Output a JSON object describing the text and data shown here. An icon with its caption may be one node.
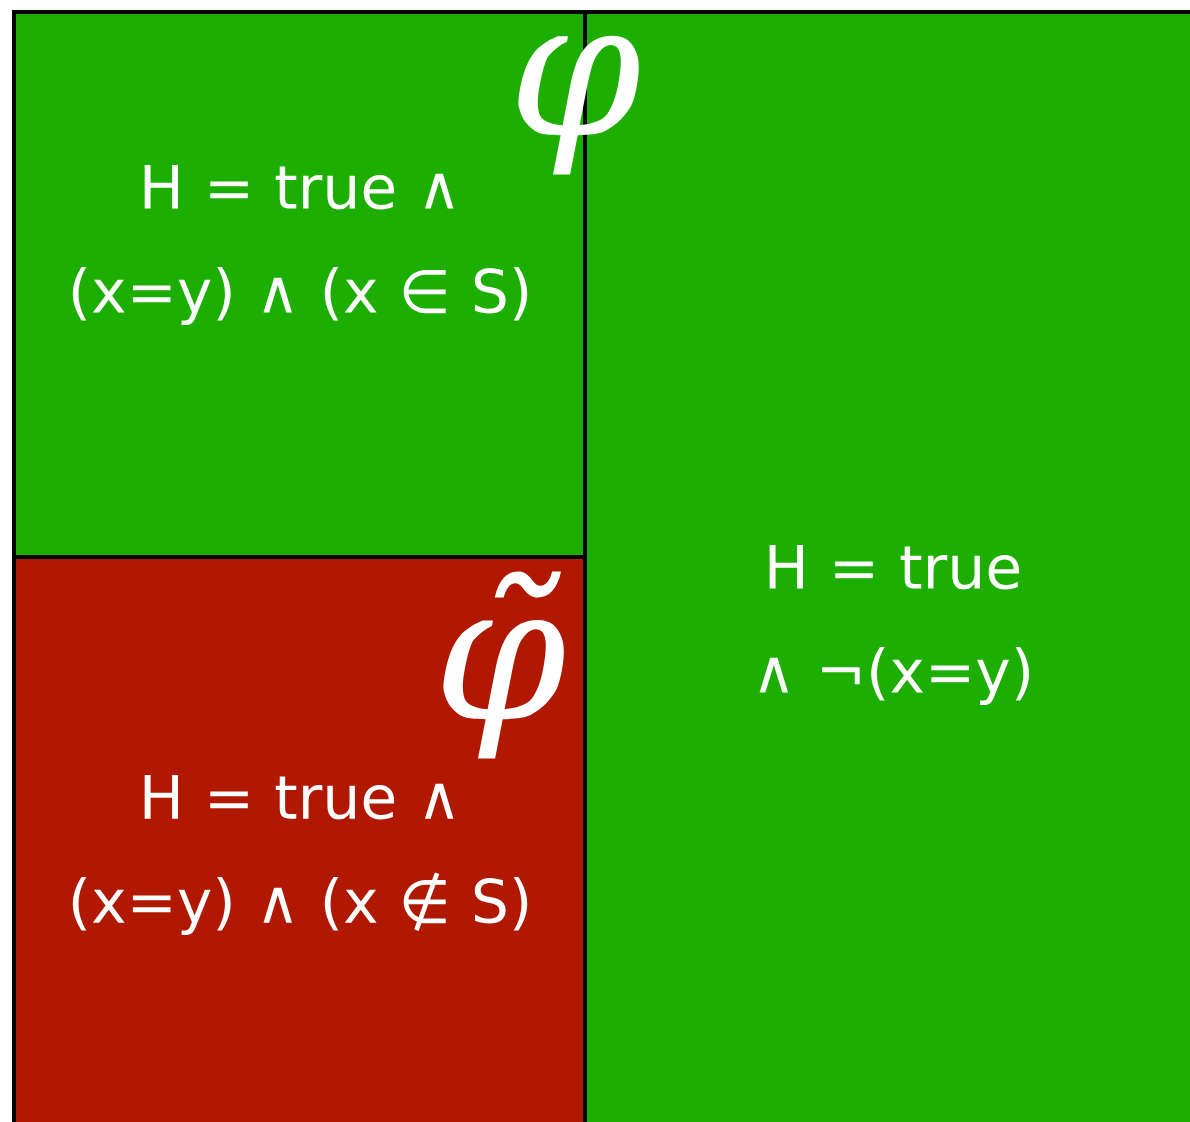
{
  "diagram": {
    "nodes": [
      {
        "text": [
          "H = true ∧ (x=y) ∧ (x ∈ S)"
        ]
      },
      {
        "text": [
          "H = true ∧ (x=y) ∧ (x ∉ S)"
        ]
      },
      {
        "text": [
          "H = true ∧ ¬(x=y)"
        ]
      }
    ],
    "labels": [
      "φ",
      "φ̃"
    ]
  }
}
